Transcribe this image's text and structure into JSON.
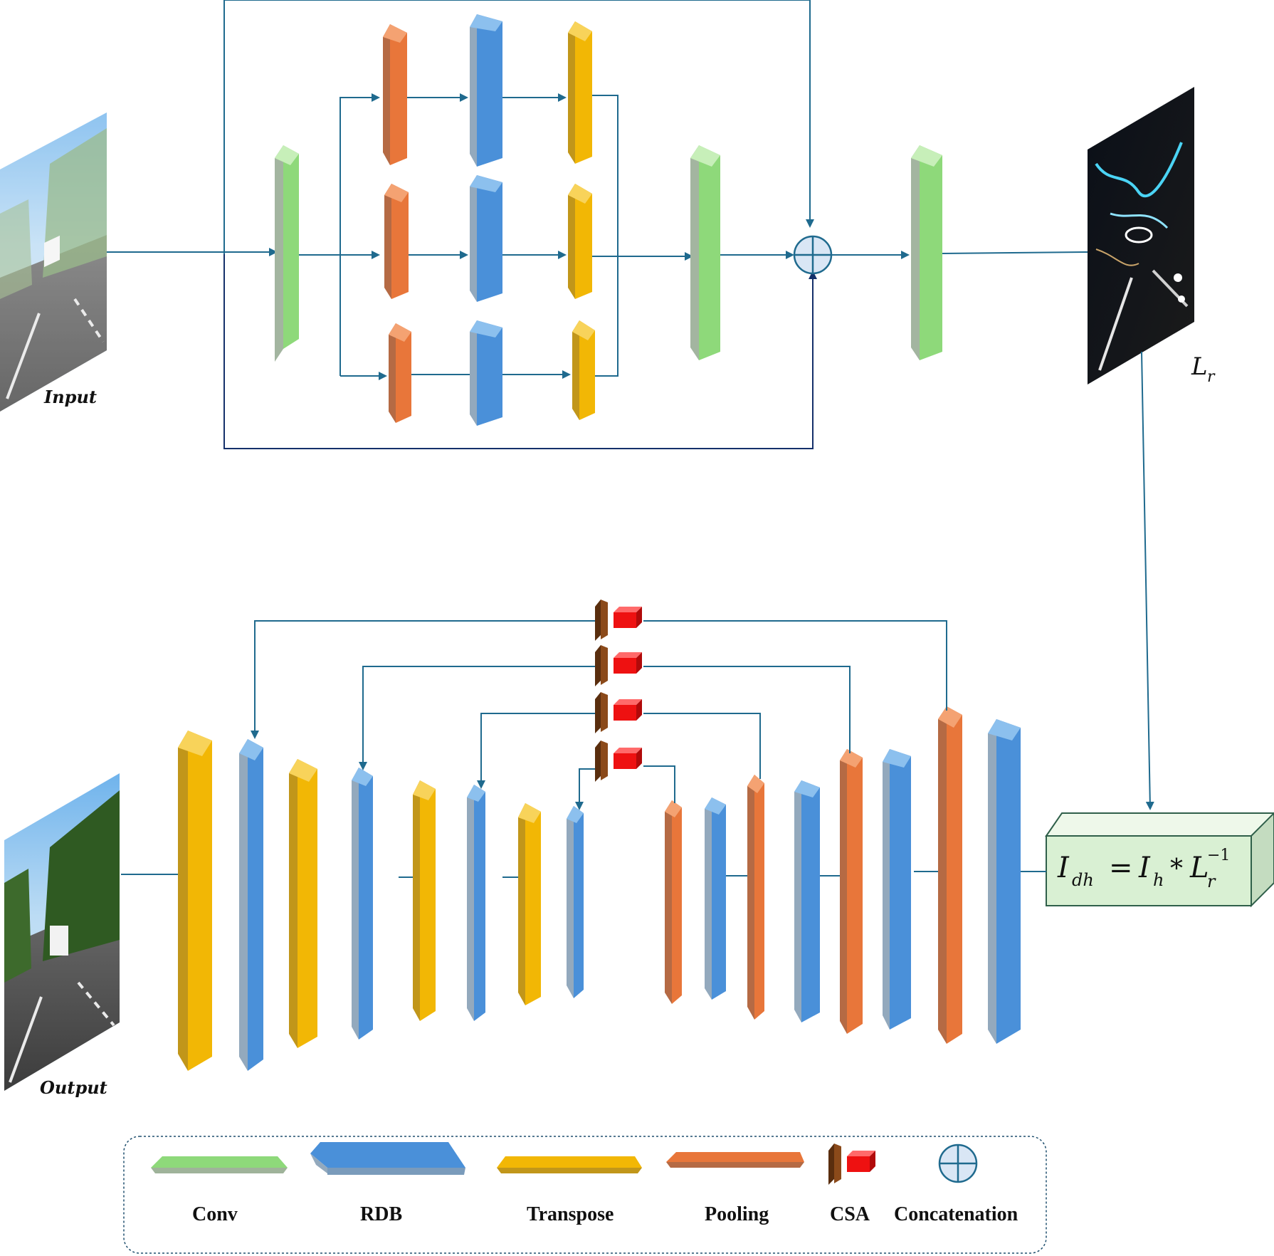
{
  "labels": {
    "input": "Input",
    "output": "Output",
    "lr_main": "L",
    "lr_sub": "r"
  },
  "formula": {
    "lhs_main": "I",
    "lhs_sub": "dh",
    "equals": "=",
    "rhs_main": "I",
    "rhs_sub": "h",
    "op": "*",
    "l_main": "L",
    "l_sub": "r",
    "l_sup": "−1"
  },
  "legend": {
    "conv": "Conv",
    "rdb": "RDB",
    "transpose": "Transpose",
    "pooling": "Pooling",
    "csa": "CSA",
    "concat": "Concatenation"
  },
  "colors": {
    "conv": "#8ed97a",
    "rdb": "#4a90d9",
    "transpose": "#f2b705",
    "pooling": "#e8763a",
    "csa_box": "#ee1111",
    "csa_slab": "#8b4a1a",
    "line": "#1f6a8e",
    "formula_box": "#d9f0d3"
  }
}
